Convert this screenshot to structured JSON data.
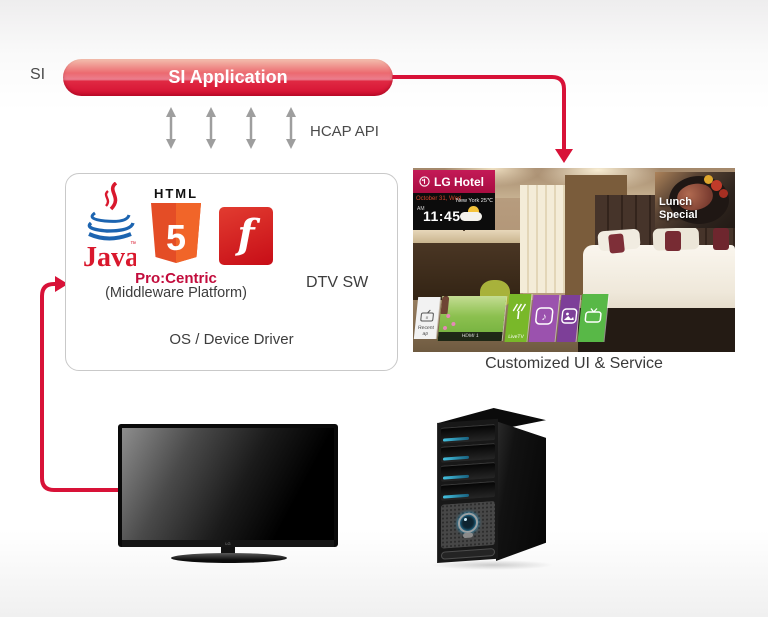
{
  "colors": {
    "accent_red": "#d81238",
    "pill_top": "#f3bfae",
    "pill_bottom": "#d40e30",
    "procentric_red": "#c20c3c",
    "hotel_banner_magenta": "#b5134e",
    "livetv_green": "#79b829",
    "tile_purple": "#9b52ae",
    "tile_purple_dark": "#7d3f98",
    "tile_green": "#58b847",
    "drive_bay_cyan": "#39b8d8",
    "connector_gray": "#9e9e9e"
  },
  "diagram": {
    "si_label": "SI",
    "si_application_label": "SI Application",
    "hcap_api_label": "HCAP API",
    "middleware_box": {
      "java_text": "Java",
      "html_text": "HTML",
      "html5_digit": "5",
      "flash_letter": "f",
      "platform_name": "Pro:Centric",
      "platform_sub": "(Middleware Platform)",
      "dtv_label": "DTV SW",
      "os_label": "OS / Device Driver"
    },
    "tv_screen": {
      "hotel_banner": "LG Hotel",
      "date": "October 31, Wed",
      "meridiem": "AM",
      "time": "11:45",
      "weather": "New York 25℃",
      "promo_line1": "Lunch",
      "promo_line2": "Special",
      "tiles": [
        {
          "label": "Recent ap",
          "icon": "tv-outline-icon"
        },
        {
          "label": "HDMI 1",
          "icon": "hdmi-photo-thumbnail"
        },
        {
          "label": "LiveTV",
          "icon": "antenna-icon"
        },
        {
          "label": "",
          "icon": "music-note-icon"
        },
        {
          "label": "",
          "icon": "gallery-icon"
        },
        {
          "label": "",
          "icon": "retro-tv-icon"
        }
      ]
    },
    "caption": "Customized UI & Service"
  }
}
